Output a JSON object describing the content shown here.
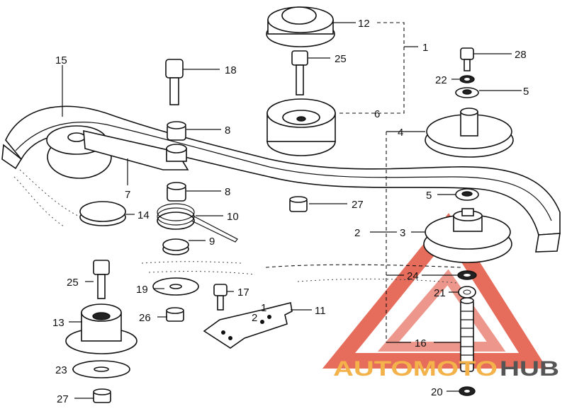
{
  "diagram": {
    "callouts": {
      "c1": "1",
      "c2": "2",
      "c3": "3",
      "c4": "4",
      "c5a": "5",
      "c5b": "5",
      "c6": "6",
      "c7": "7",
      "c8a": "8",
      "c8b": "8",
      "c9": "9",
      "c10": "10",
      "c11": "11",
      "c12": "12",
      "c13": "13",
      "c14": "14",
      "c15": "15",
      "c16": "16",
      "c17": "17",
      "c18": "18",
      "c19": "19",
      "c20": "20",
      "c21": "21",
      "c22": "22",
      "c23": "23",
      "c24": "24",
      "c25a": "25",
      "c25b": "25",
      "c26": "26",
      "c27a": "27",
      "c27b": "27",
      "c28": "28"
    },
    "marks": {
      "plate_a": "2",
      "plate_b": "1"
    }
  },
  "watermark": {
    "word_a": "AUTOMOTO",
    "word_b": "HUB",
    "color_a": "#f3b24a",
    "color_b": "#e2533f",
    "color_c": "#555555"
  }
}
